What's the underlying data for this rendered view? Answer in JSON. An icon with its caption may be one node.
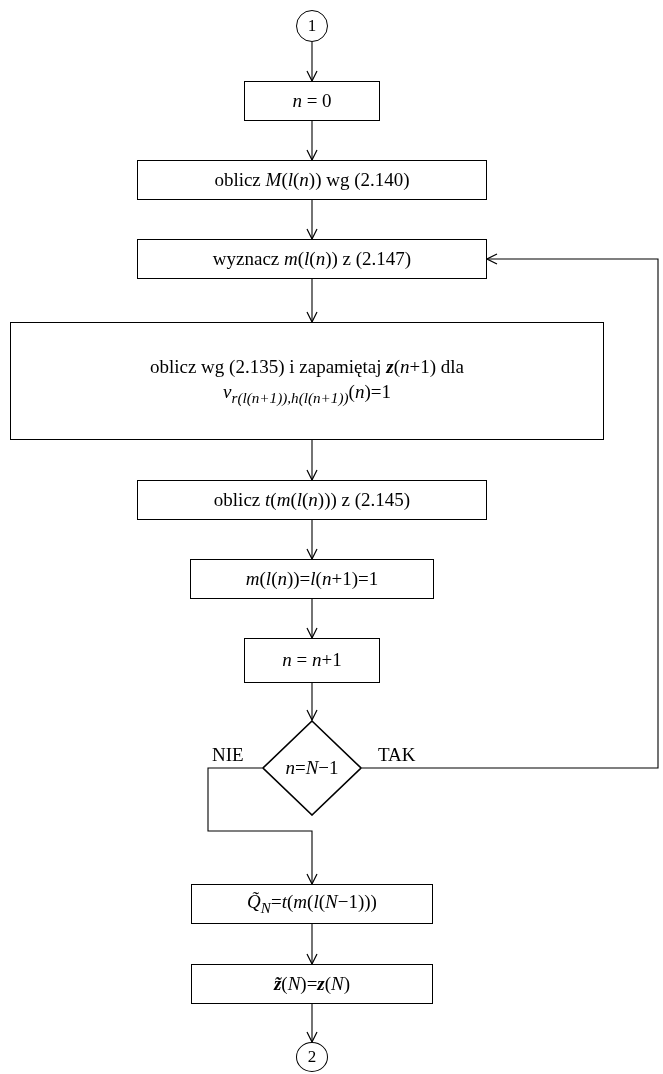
{
  "diagram": {
    "nodes": [
      {
        "text": [
          "1"
        ]
      },
      {
        "text": [
          "*n* = 0"
        ]
      },
      {
        "text": [
          "oblicz *M*(*l*(*n*)) wg (2.140)"
        ]
      },
      {
        "text": [
          "wyznacz *m*(*l*(*n*)) z (2.147)"
        ]
      },
      {
        "text": [
          "oblicz wg (2.135) i zapamiętaj **z**(*n*+1) dla",
          "*v*$_{r(l(n+1)),h(l(n+1))}$(*n*)=1"
        ]
      },
      {
        "text": [
          "oblicz *t*(*m*(*l*(*n*))) z (2.145)"
        ]
      },
      {
        "text": [
          "*m*(*l*(*n*))=*l*(*n*+1)=1"
        ]
      },
      {
        "text": [
          "*n* = *n*+1"
        ]
      },
      {
        "text": [
          "*n*=*N*−1"
        ]
      },
      {
        "text": [
          "*Q̃*$_{N}$=*t*(*m*(*l*(*N*−1)))"
        ]
      },
      {
        "text": [
          "**z̃**(*N*)=**z**(*N*)"
        ]
      },
      {
        "text": [
          "2"
        ]
      }
    ],
    "edges": [
      {
        "from": 0,
        "to": 1,
        "arrow": "to"
      },
      {
        "from": 1,
        "to": 2,
        "arrow": "to"
      },
      {
        "from": 2,
        "to": 3,
        "arrow": "to"
      },
      {
        "from": 3,
        "to": 4,
        "arrow": "to"
      },
      {
        "from": 4,
        "to": 5,
        "arrow": "to"
      },
      {
        "from": 5,
        "to": 6,
        "arrow": "to"
      },
      {
        "from": 6,
        "to": 7,
        "arrow": "to"
      },
      {
        "from": 7,
        "to": 8,
        "arrow": "to"
      },
      {
        "from": 8,
        "to": 9,
        "arrow": "to",
        "label": "NIE"
      },
      {
        "from": 8,
        "to": 3,
        "arrow": "to",
        "label": "TAK"
      },
      {
        "from": 9,
        "to": 10,
        "arrow": "to"
      },
      {
        "from": 10,
        "to": 11,
        "arrow": "to"
      }
    ]
  }
}
